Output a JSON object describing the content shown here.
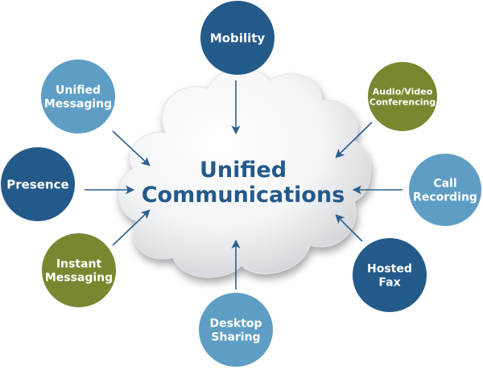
{
  "center": {
    "title_line1": "Unified",
    "title_line2": "Communications"
  },
  "colors": {
    "dark_blue": "#235a8a",
    "light_blue": "#5f9ec4",
    "olive": "#7b8631",
    "arrow": "#2d5f8f",
    "center_text": "#235a8a"
  },
  "nodes": [
    {
      "id": "mobility",
      "lines": [
        "Mobility"
      ],
      "color": "dark_blue"
    },
    {
      "id": "audio-video-conferencing",
      "lines": [
        "Audio/Video",
        "Conferencing"
      ],
      "color": "olive"
    },
    {
      "id": "call-recording",
      "lines": [
        "Call",
        "Recording"
      ],
      "color": "light_blue"
    },
    {
      "id": "hosted-fax",
      "lines": [
        "Hosted",
        "Fax"
      ],
      "color": "dark_blue"
    },
    {
      "id": "desktop-sharing",
      "lines": [
        "Desktop",
        "Sharing"
      ],
      "color": "light_blue"
    },
    {
      "id": "instant-messaging",
      "lines": [
        "Instant",
        "Messaging"
      ],
      "color": "olive"
    },
    {
      "id": "presence",
      "lines": [
        "Presence"
      ],
      "color": "dark_blue"
    },
    {
      "id": "unified-messaging",
      "lines": [
        "Unified",
        "Messaging"
      ],
      "color": "light_blue"
    }
  ]
}
